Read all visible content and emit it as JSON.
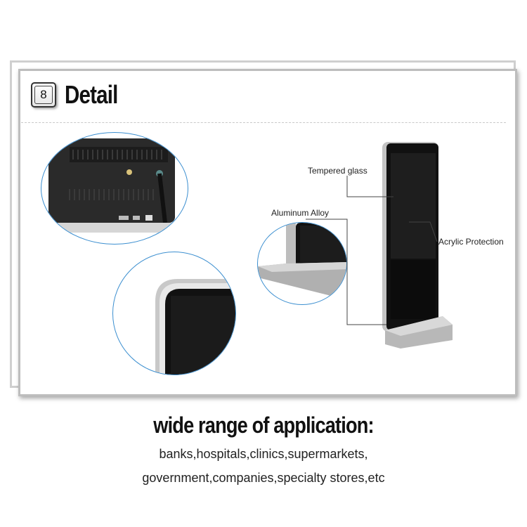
{
  "header": {
    "badge_number": "8",
    "title": "Detail"
  },
  "callouts": {
    "tempered_glass": "Tempered glass",
    "aluminum_alloy": "Aluminum Alloy",
    "acrylic_protection": "Acrylic Protection"
  },
  "footer": {
    "heading": "wide range of application:",
    "line1": "banks,hospitals,clinics,supermarkets,",
    "line2": "government,companies,specialty stores,etc"
  },
  "colors": {
    "circle_border": "#3c8fd0",
    "screen": "#111111",
    "silver": "#c9c9c9"
  }
}
